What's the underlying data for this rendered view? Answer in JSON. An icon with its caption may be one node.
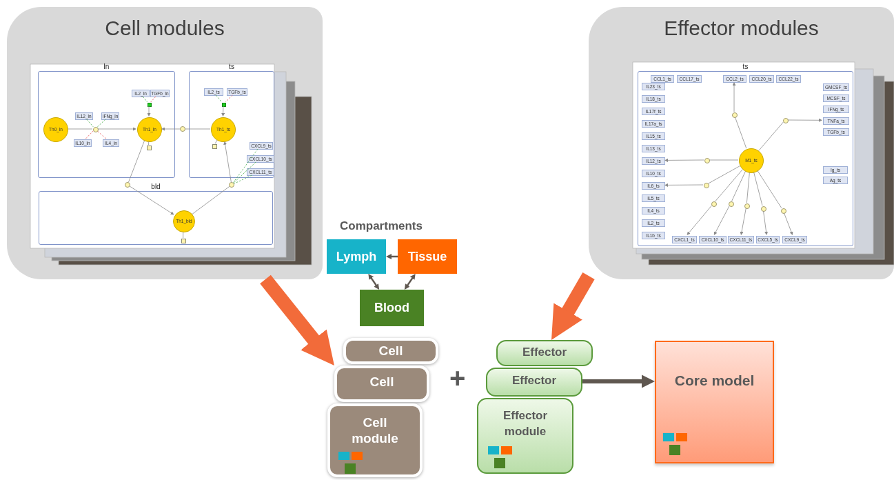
{
  "diagram": {
    "nodes": [
      {
        "text": [
          "Cell modules"
        ]
      },
      {
        "text": [
          "ln"
        ],
        "in": 0
      },
      {
        "text": [
          "Th0_ln"
        ],
        "in": 1
      },
      {
        "text": [
          "IL12_ln"
        ],
        "in": 1
      },
      {
        "text": [
          "IFNg_ln"
        ],
        "in": 1
      },
      {
        "text": [
          "IL10_ln"
        ],
        "in": 1
      },
      {
        "text": [
          "IL4_ln"
        ],
        "in": 1
      },
      {
        "text": [],
        "shape": "circle",
        "in": 1
      },
      {
        "text": [
          "IL2_ln"
        ],
        "in": 1
      },
      {
        "text": [
          "TGFb_ln"
        ],
        "in": 1
      },
      {
        "text": [],
        "shape": "box",
        "in": 1
      },
      {
        "text": [
          "Th1_ln"
        ],
        "in": 1
      },
      {
        "text": [],
        "shape": "box",
        "in": 1
      },
      {
        "text": [],
        "shape": "circle",
        "in": 0
      },
      {
        "text": [
          "ts"
        ],
        "in": 0
      },
      {
        "text": [
          "IL2_ts"
        ],
        "in": 14
      },
      {
        "text": [
          "TGFb_ts"
        ],
        "in": 14
      },
      {
        "text": [],
        "shape": "box",
        "in": 14
      },
      {
        "text": [
          "Th1_ts"
        ],
        "in": 14
      },
      {
        "text": [],
        "shape": "box",
        "in": 14
      },
      {
        "text": [
          "CXCL9_ts"
        ],
        "in": 14
      },
      {
        "text": [
          "CXCL10_ts"
        ],
        "in": 14
      },
      {
        "text": [
          "CXCL11_ts"
        ],
        "in": 14
      },
      {
        "text": [],
        "shape": "circle",
        "in": 0
      },
      {
        "text": [],
        "shape": "circle",
        "in": 0
      },
      {
        "text": [
          "bld"
        ],
        "in": 0
      },
      {
        "text": [
          "Th1_bld"
        ],
        "in": 25
      },
      {
        "text": [],
        "shape": "box",
        "in": 25
      },
      {
        "text": [
          "Effector modules"
        ]
      },
      {
        "text": [
          "ts"
        ],
        "in": 28
      },
      {
        "text": [
          "CCL1_ts"
        ],
        "in": 29
      },
      {
        "text": [
          "CCL17_ts"
        ],
        "in": 29
      },
      {
        "text": [
          "CCL2_ts"
        ],
        "in": 29
      },
      {
        "text": [
          "CCL20_ts"
        ],
        "in": 29
      },
      {
        "text": [
          "CCL22_ts"
        ],
        "in": 29
      },
      {
        "text": [
          "IL23_ts"
        ],
        "in": 29
      },
      {
        "text": [
          "IL18_ts"
        ],
        "in": 29
      },
      {
        "text": [
          "IL17f_ts"
        ],
        "in": 29
      },
      {
        "text": [
          "IL17a_ts"
        ],
        "in": 29
      },
      {
        "text": [
          "IL15_ts"
        ],
        "in": 29
      },
      {
        "text": [
          "IL13_ts"
        ],
        "in": 29
      },
      {
        "text": [
          "IL12_ts"
        ],
        "in": 29
      },
      {
        "text": [
          "IL10_ts"
        ],
        "in": 29
      },
      {
        "text": [
          "IL6_ts"
        ],
        "in": 29
      },
      {
        "text": [
          "IL5_ts"
        ],
        "in": 29
      },
      {
        "text": [
          "IL4_ts"
        ],
        "in": 29
      },
      {
        "text": [
          "IL2_ts"
        ],
        "in": 29
      },
      {
        "text": [
          "IL1b_ts"
        ],
        "in": 29
      },
      {
        "text": [
          "GMCSF_ts"
        ],
        "in": 29
      },
      {
        "text": [
          "MCSF_ts"
        ],
        "in": 29
      },
      {
        "text": [
          "IFNg_ts"
        ],
        "in": 29
      },
      {
        "text": [
          "TNFa_ts"
        ],
        "in": 29
      },
      {
        "text": [
          "TGFb_ts"
        ],
        "in": 29
      },
      {
        "text": [
          "Ig_ts"
        ],
        "in": 29
      },
      {
        "text": [
          "Ag_ts"
        ],
        "in": 29
      },
      {
        "text": [],
        "shape": "circle",
        "in": 29
      },
      {
        "text": [],
        "shape": "circle",
        "in": 29
      },
      {
        "text": [
          "M1_ts"
        ],
        "in": 29
      },
      {
        "text": [],
        "shape": "circle",
        "in": 29
      },
      {
        "text": [],
        "shape": "circle",
        "in": 29
      },
      {
        "text": [],
        "shape": "circle",
        "in": 29
      },
      {
        "text": [],
        "shape": "circle",
        "in": 29
      },
      {
        "text": [],
        "shape": "circle",
        "in": 29
      },
      {
        "text": [],
        "shape": "circle",
        "in": 29
      },
      {
        "text": [],
        "shape": "circle",
        "in": 29
      },
      {
        "text": [
          "CXCL1_ts"
        ],
        "in": 29
      },
      {
        "text": [
          "CXCL10_ts"
        ],
        "in": 29
      },
      {
        "text": [
          "CXCL11_ts"
        ],
        "in": 29
      },
      {
        "text": [
          "CXCL5_ts"
        ],
        "in": 29
      },
      {
        "text": [
          "CXCL9_ts"
        ],
        "in": 29
      },
      {
        "text": [
          "Lymph"
        ]
      },
      {
        "text": [
          "Tissue"
        ]
      },
      {
        "text": [
          "Blood"
        ]
      },
      {
        "text": [
          "Cell"
        ]
      },
      {
        "text": [
          "Cell"
        ]
      },
      {
        "text": [
          "Cell module"
        ]
      },
      {
        "text": [
          "Effector"
        ]
      },
      {
        "text": [
          "Effector"
        ]
      },
      {
        "text": [
          "Effector module"
        ]
      },
      {
        "text": [
          "Core model"
        ]
      }
    ],
    "edges": [
      {
        "from": 2,
        "to": 7,
        "arrow": "none"
      },
      {
        "from": 3,
        "to": 7,
        "arrow": "none",
        "style": "dashed",
        "color": "#4caf50"
      },
      {
        "from": 4,
        "to": 7,
        "arrow": "none",
        "style": "dashed",
        "color": "#4caf50"
      },
      {
        "from": 5,
        "to": 7,
        "arrow": "none",
        "style": "dashed",
        "color": "#e8585a"
      },
      {
        "from": 6,
        "to": 7,
        "arrow": "none",
        "style": "dashed",
        "color": "#e8585a"
      },
      {
        "from": 7,
        "to": 11,
        "arrow": "to"
      },
      {
        "from": 8,
        "to": 10,
        "arrow": "none",
        "style": "dashed",
        "color": "#4caf50"
      },
      {
        "from": 9,
        "to": 10,
        "arrow": "none",
        "style": "dashed",
        "color": "#e8585a"
      },
      {
        "from": 10,
        "to": 11,
        "arrow": "to"
      },
      {
        "from": 11,
        "to": 12,
        "arrow": "none"
      },
      {
        "from": 18,
        "to": 13,
        "arrow": "none"
      },
      {
        "from": 13,
        "to": 11,
        "arrow": "to"
      },
      {
        "from": 15,
        "to": 17,
        "arrow": "none",
        "style": "dashed",
        "color": "#4caf50"
      },
      {
        "from": 16,
        "to": 17,
        "arrow": "none",
        "style": "dashed",
        "color": "#e8585a"
      },
      {
        "from": 17,
        "to": 18,
        "arrow": "to"
      },
      {
        "from": 18,
        "to": 19,
        "arrow": "none"
      },
      {
        "from": 11,
        "to": 23,
        "arrow": "none"
      },
      {
        "from": 23,
        "to": 26,
        "arrow": "to"
      },
      {
        "from": 26,
        "to": 24,
        "arrow": "none"
      },
      {
        "from": 24,
        "to": 18,
        "arrow": "to"
      },
      {
        "from": 20,
        "to": 24,
        "arrow": "none",
        "style": "dashed",
        "color": "#4caf50"
      },
      {
        "from": 21,
        "to": 24,
        "arrow": "none",
        "style": "dashed",
        "color": "#4caf50"
      },
      {
        "from": 22,
        "to": 24,
        "arrow": "none",
        "style": "dashed",
        "color": "#4caf50"
      },
      {
        "from": 26,
        "to": 27,
        "arrow": "none"
      },
      {
        "from": 57,
        "to": 55,
        "arrow": "none"
      },
      {
        "from": 55,
        "to": 32,
        "arrow": "to"
      },
      {
        "from": 57,
        "to": 56,
        "arrow": "none"
      },
      {
        "from": 56,
        "to": 51,
        "arrow": "to"
      },
      {
        "from": 57,
        "to": 58,
        "arrow": "none"
      },
      {
        "from": 58,
        "to": 41,
        "arrow": "to"
      },
      {
        "from": 57,
        "to": 59,
        "arrow": "none"
      },
      {
        "from": 59,
        "to": 43,
        "arrow": "to"
      },
      {
        "from": 57,
        "to": 60,
        "arrow": "none"
      },
      {
        "from": 60,
        "to": 65,
        "arrow": "to"
      },
      {
        "from": 57,
        "to": 61,
        "arrow": "none"
      },
      {
        "from": 61,
        "to": 66,
        "arrow": "to"
      },
      {
        "from": 57,
        "to": 62,
        "arrow": "none"
      },
      {
        "from": 62,
        "to": 67,
        "arrow": "to"
      },
      {
        "from": 57,
        "to": 63,
        "arrow": "none"
      },
      {
        "from": 63,
        "to": 68,
        "arrow": "to"
      },
      {
        "from": 57,
        "to": 64,
        "arrow": "none"
      },
      {
        "from": 64,
        "to": 69,
        "arrow": "to"
      },
      {
        "from": 71,
        "to": 70,
        "arrow": "to",
        "color": "#5f5750"
      },
      {
        "from": 70,
        "to": 72,
        "arrow": "both",
        "color": "#5f5750"
      },
      {
        "from": 71,
        "to": 72,
        "arrow": "both",
        "color": "#5f5750"
      },
      {
        "from": 0,
        "to": 74,
        "arrow": "to",
        "style": "thick",
        "color": "#f26b3a"
      },
      {
        "from": 28,
        "to": 76,
        "arrow": "to",
        "style": "thick",
        "color": "#f26b3a"
      },
      {
        "from": 77,
        "to": 79,
        "arrow": "to",
        "style": "thick",
        "color": "#5f5750"
      }
    ],
    "labels": [
      "Compartments",
      "+"
    ]
  }
}
